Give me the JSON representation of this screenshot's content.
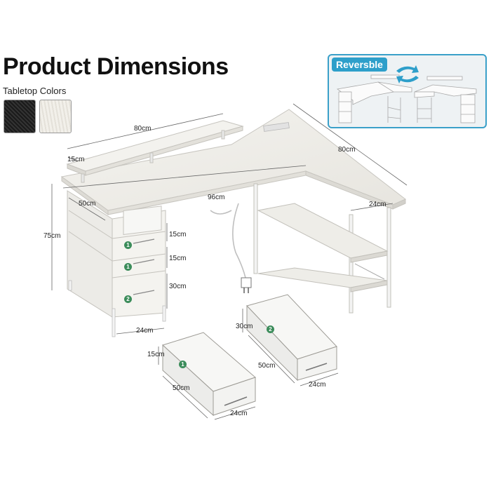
{
  "title": "Product Dimensions",
  "tabletop_label": "Tabletop Colors",
  "tabletop_colors": [
    "#1f1f1f",
    "#f0eee8"
  ],
  "reversible_label": "Reversble",
  "accent_color": "#2e9fca",
  "drawer_badge_color": "#3b8c5a",
  "icons": [
    "swap-arrows-icon",
    "drawer-number-badge-icon",
    "power-plug-icon"
  ],
  "dimensions": {
    "riser_length": "80cm",
    "riser_depth": "15cm",
    "return_length": "80cm",
    "desk_length": "96cm",
    "desk_depth": "50cm",
    "return_depth": "24cm",
    "height": "75cm",
    "drawer1_height": "15cm",
    "drawer2_height": "15cm",
    "drawer3_height": "30cm",
    "cabinet_width": "24cm",
    "small_drawer_height": "15cm",
    "small_drawer_depth": "50cm",
    "small_drawer_width": "24cm",
    "large_drawer_height": "30cm",
    "large_drawer_depth": "50cm",
    "large_drawer_width": "24cm"
  },
  "drawer_badges": [
    "1",
    "1",
    "2",
    "1",
    "2"
  ]
}
